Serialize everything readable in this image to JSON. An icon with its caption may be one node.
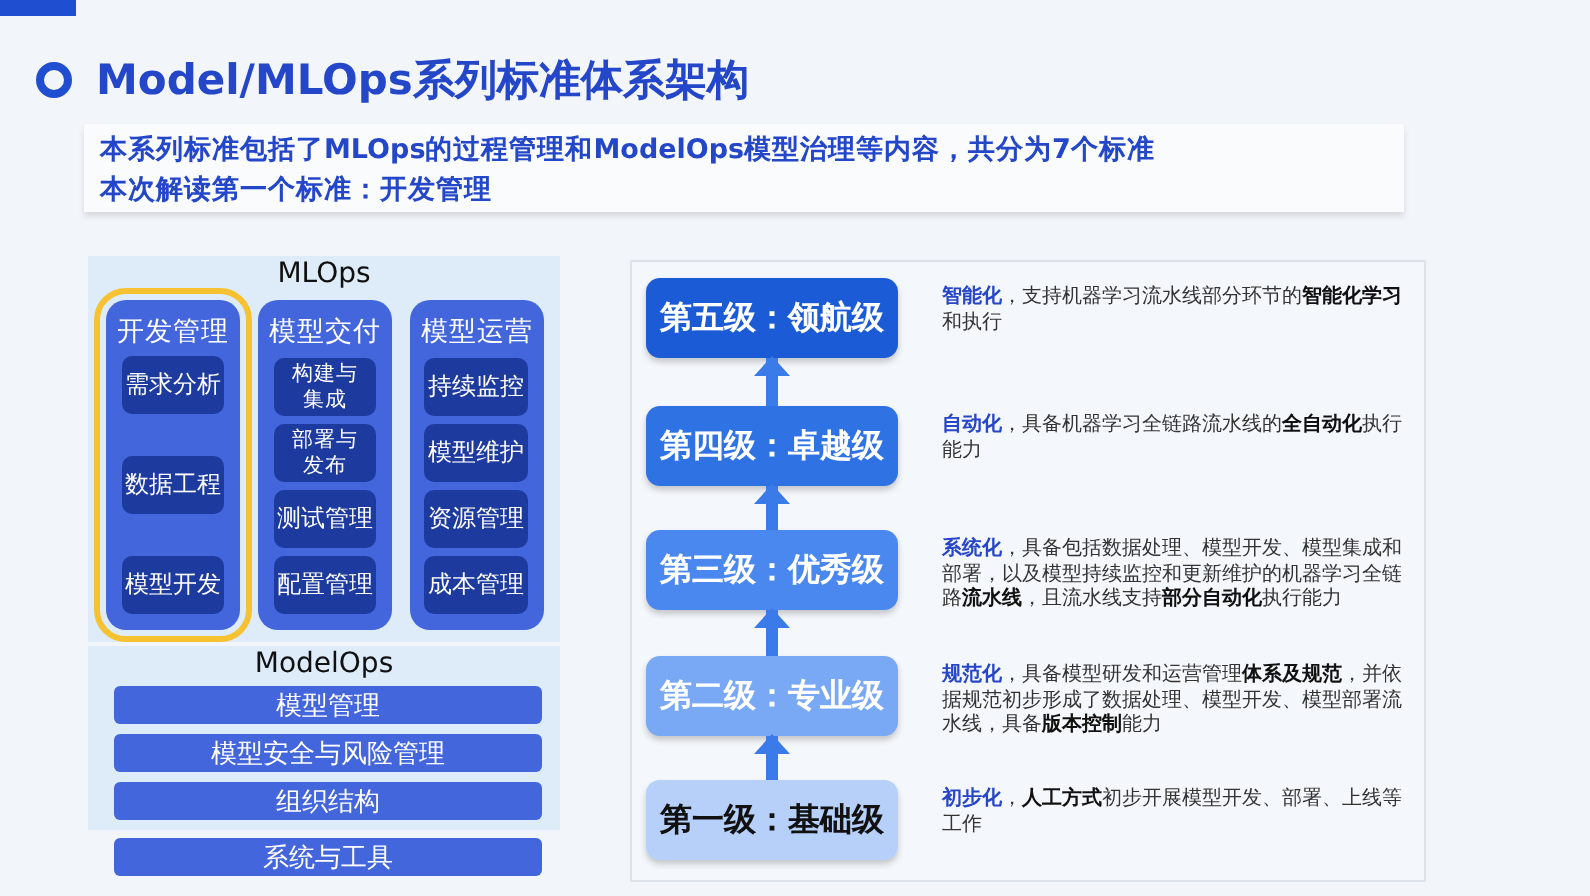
{
  "diagram": {
    "title": "Model/MLOps系列标准体系架构",
    "nodes": [
      {
        "text": [
          "MLOps"
        ]
      },
      {
        "text": [
          "开发管理"
        ],
        "in": 0
      },
      {
        "text": [
          "需求分析"
        ],
        "in": 1
      },
      {
        "text": [
          "数据工程"
        ],
        "in": 1
      },
      {
        "text": [
          "模型开发"
        ],
        "in": 1
      },
      {
        "text": [
          "模型交付"
        ],
        "in": 0
      },
      {
        "text": [
          "构建与集成"
        ],
        "in": 5
      },
      {
        "text": [
          "部署与发布"
        ],
        "in": 5
      },
      {
        "text": [
          "测试管理"
        ],
        "in": 5
      },
      {
        "text": [
          "配置管理"
        ],
        "in": 5
      },
      {
        "text": [
          "模型运营"
        ],
        "in": 0
      },
      {
        "text": [
          "持续监控"
        ],
        "in": 10
      },
      {
        "text": [
          "模型维护"
        ],
        "in": 10
      },
      {
        "text": [
          "资源管理"
        ],
        "in": 10
      },
      {
        "text": [
          "成本管理"
        ],
        "in": 10
      },
      {
        "text": [
          "ModelOps"
        ]
      },
      {
        "text": [
          "模型管理"
        ],
        "in": 15
      },
      {
        "text": [
          "模型安全与风险管理"
        ],
        "in": 15
      },
      {
        "text": [
          "组织结构"
        ],
        "in": 15
      },
      {
        "text": [
          "系统与工具"
        ]
      },
      {
        "text": [
          "第五级：领航级"
        ],
        "beside": [
          "**智能化**，支持机器学习流水线部分环节的**智能化学习**和执行"
        ]
      },
      {
        "text": [
          "第四级：卓越级"
        ],
        "beside": [
          "**自动化**，具备机器学习全链路流水线的**全自动化**执行能力"
        ]
      },
      {
        "text": [
          "第三级：优秀级"
        ],
        "beside": [
          "**系统化**，具备包括数据处理、模型开发、模型集成和部署，以及模型持续监控和更新维护的机器学习全链路**流水线**，且流水线支持**部分自动化**执行能力"
        ]
      },
      {
        "text": [
          "第二级：专业级"
        ],
        "beside": [
          "**规范化**，具备模型研发和运营管理**体系及规范**，并依据规范初步形成了数据处理、模型开发、模型部署流水线，具备**版本控制**能力"
        ]
      },
      {
        "text": [
          "第一级：基础级"
        ],
        "beside": [
          "**初步化**，**人工方式**初步开展模型开发、部署、上线等工作"
        ]
      }
    ],
    "edges": [
      {
        "from": 21,
        "to": 20,
        "arrow": "to"
      },
      {
        "from": 22,
        "to": 21,
        "arrow": "to"
      },
      {
        "from": 23,
        "to": 22,
        "arrow": "to"
      },
      {
        "from": 24,
        "to": 23,
        "arrow": "to"
      }
    ],
    "labels": [
      "本系列标准包括了MLOps的过程管理和ModelOps模型治理等内容，共分为7个标准",
      "本次解读第一个标准：开发管理"
    ]
  }
}
